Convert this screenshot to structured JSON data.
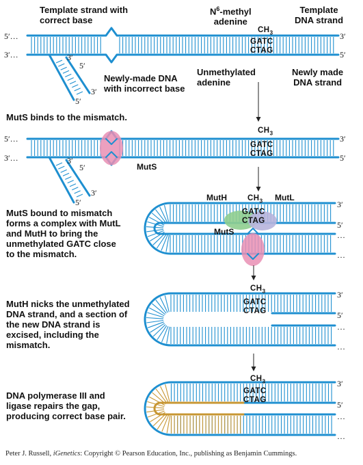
{
  "colors": {
    "dna": "#1e8fd0",
    "mismatch_bubble": "#e98fb4",
    "mutH": "#8fce8f",
    "mutL": "#b7b4dc",
    "new_dna": "#c79632"
  },
  "panel1": {
    "template_correct_base": [
      "Template strand with",
      "correct base"
    ],
    "n6_methyl": [
      "N",
      "6",
      "-methyl",
      "adenine"
    ],
    "template_dna_strand": [
      "Template",
      "DNA strand"
    ],
    "newly_made_incorrect": [
      "Newly-made DNA",
      "with incorrect base"
    ],
    "unmethylated_adenine": [
      "Unmethylated",
      "adenine"
    ],
    "newly_made_strand": [
      "Newly made",
      "DNA strand"
    ]
  },
  "sequence": {
    "ch3": "CH",
    "ch3_sub": "3",
    "top": "GATC",
    "bottom": "CTAG"
  },
  "ends": {
    "p5": "5′",
    "p3": "3′",
    "p5_dots": "5′…",
    "p3_dots": "3′…",
    "dots": "…"
  },
  "steps": {
    "mutS_binds": "MutS binds to the mismatch.",
    "complex": [
      "MutS bound to mismatch",
      "forms a complex with MutL",
      "and MutH to bring the",
      "unmethylated GATC close",
      "to the mismatch."
    ],
    "nicks": [
      "MutH nicks the unmethylated",
      "DNA strand, and a section of",
      "the new DNA strand is",
      "excised, including the",
      "mismatch."
    ],
    "repair": [
      "DNA polymerase III and",
      "ligase repairs the gap,",
      "producing correct base pair."
    ]
  },
  "proteins": {
    "mutS": "MutS",
    "mutH": "MutH",
    "mutL": "MutL"
  },
  "credit": {
    "author": "Peter J. Russell, ",
    "book": "iGenetics",
    "rest": ": Copyright © Pearson Education, Inc., publishing as Benjamin Cummings."
  }
}
